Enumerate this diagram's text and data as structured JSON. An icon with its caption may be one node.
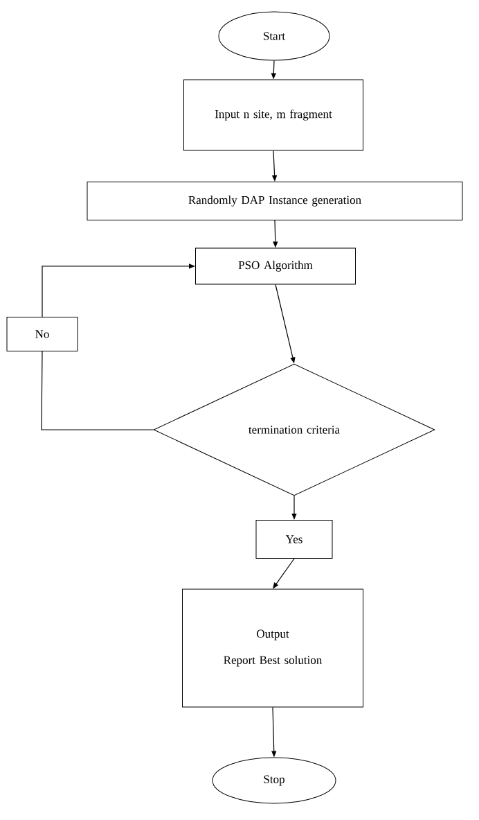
{
  "diagram": {
    "nodes": [
      {
        "text": [
          "Start"
        ]
      },
      {
        "text": [
          "Input n site, m fragment"
        ]
      },
      {
        "text": [
          "Randomly DAP Instance generation"
        ]
      },
      {
        "text": [
          "PSO Algorithm"
        ]
      },
      {
        "text": [
          "termination criteria"
        ]
      },
      {
        "text": [
          "No"
        ]
      },
      {
        "text": [
          "Yes"
        ]
      },
      {
        "text": [
          "Output",
          "Report Best solution"
        ]
      },
      {
        "text": [
          "Stop"
        ]
      }
    ],
    "edges": [
      {
        "from": 0,
        "to": 1,
        "arrow": "to"
      },
      {
        "from": 1,
        "to": 2,
        "arrow": "to"
      },
      {
        "from": 2,
        "to": 3,
        "arrow": "to"
      },
      {
        "from": 3,
        "to": 4,
        "arrow": "to"
      },
      {
        "from": 4,
        "to": 5,
        "arrow": "none"
      },
      {
        "from": 5,
        "to": 3,
        "arrow": "to"
      },
      {
        "from": 4,
        "to": 6,
        "arrow": "to"
      },
      {
        "from": 6,
        "to": 7,
        "arrow": "to"
      },
      {
        "from": 7,
        "to": 8,
        "arrow": "to"
      }
    ]
  }
}
